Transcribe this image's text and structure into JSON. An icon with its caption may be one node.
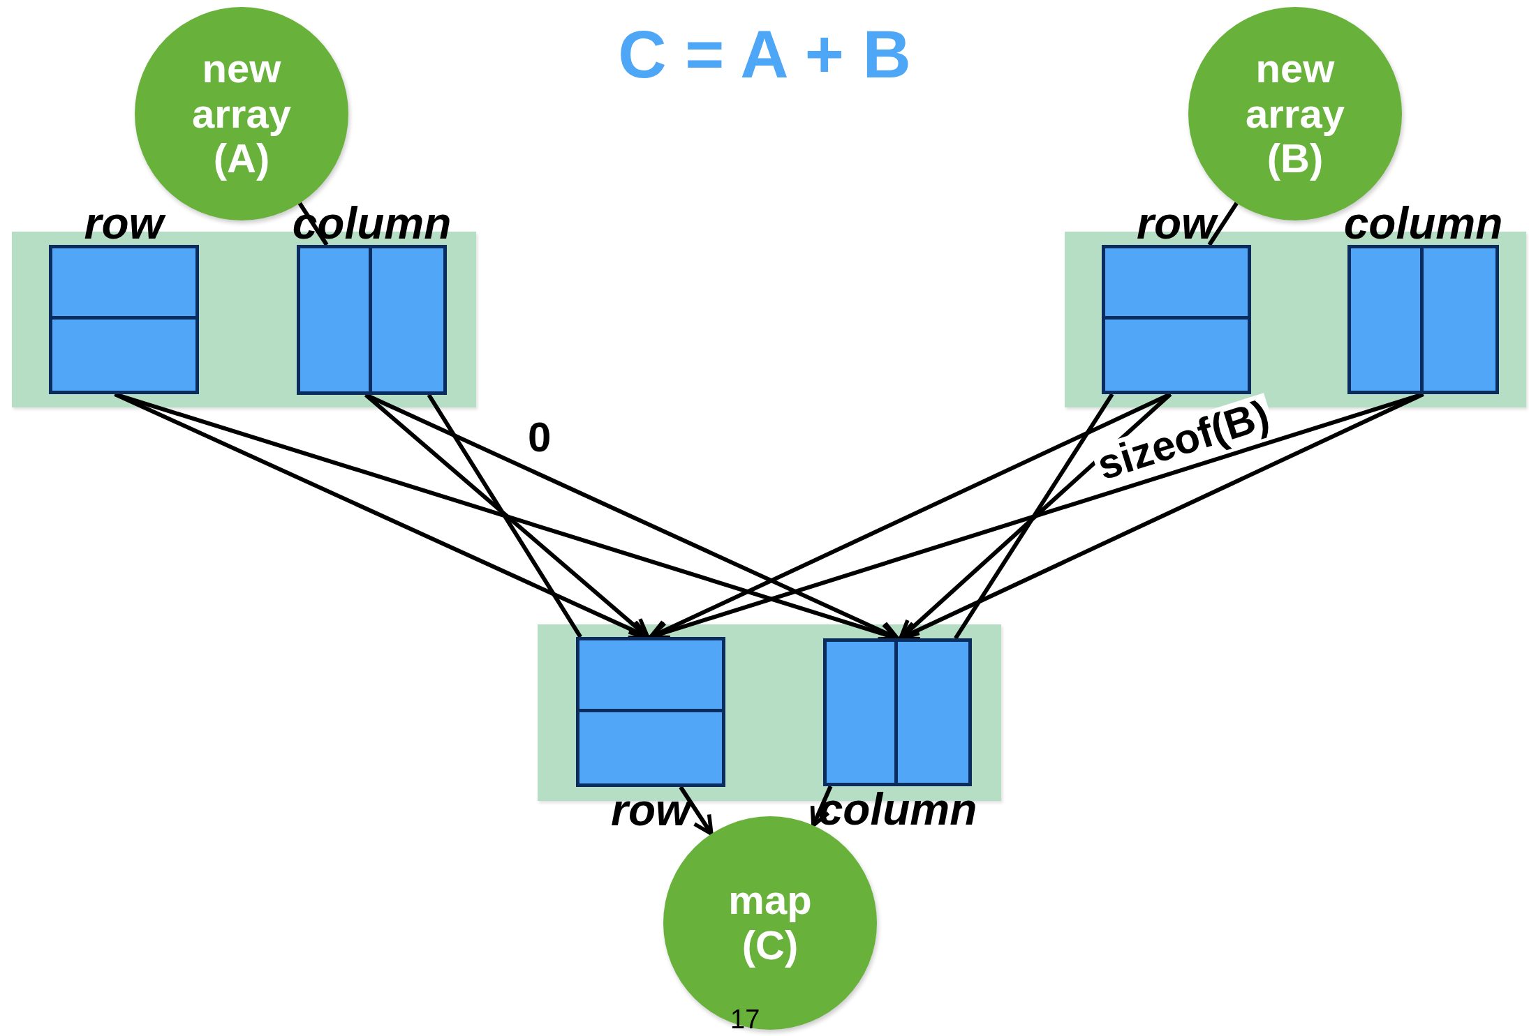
{
  "diagram": {
    "title": "C = A + B",
    "nodes": [
      {
        "text": [
          "new array (A)"
        ]
      },
      {
        "text": [
          "new array (B)"
        ]
      },
      {
        "text": [],
        "shape": "box"
      },
      {
        "text": [
          "row"
        ],
        "in": 2
      },
      {
        "text": [
          "column"
        ],
        "in": 2
      },
      {
        "text": [],
        "shape": "box"
      },
      {
        "text": [
          "row"
        ],
        "in": 5
      },
      {
        "text": [
          "column"
        ],
        "in": 5
      },
      {
        "text": [],
        "shape": "box"
      },
      {
        "text": [
          "row"
        ],
        "in": 8
      },
      {
        "text": [
          "column"
        ],
        "in": 8
      },
      {
        "text": [
          "map (C)"
        ]
      }
    ],
    "edges": [
      {
        "from": 0,
        "to": 4,
        "arrow": "none"
      },
      {
        "from": 1,
        "to": 6,
        "arrow": "none"
      },
      {
        "from": 3,
        "to": 9,
        "arrow": "to"
      },
      {
        "from": 3,
        "to": 10,
        "arrow": "to"
      },
      {
        "from": 4,
        "to": 9,
        "arrow": "to"
      },
      {
        "from": 4,
        "to": 10,
        "label": "0",
        "arrow": "to"
      },
      {
        "from": 4,
        "to": 9,
        "arrow": "none"
      },
      {
        "from": 6,
        "to": 9,
        "arrow": "to"
      },
      {
        "from": 6,
        "to": 10,
        "arrow": "to"
      },
      {
        "from": 6,
        "to": 10,
        "arrow": "none"
      },
      {
        "from": 7,
        "to": 9,
        "label": "sizeof(B)",
        "arrow": "to"
      },
      {
        "from": 7,
        "to": 10,
        "arrow": "to"
      },
      {
        "from": 9,
        "to": 11,
        "arrow": "to"
      },
      {
        "from": 10,
        "to": 11,
        "arrow": "to"
      }
    ],
    "labels": [
      "17"
    ]
  }
}
